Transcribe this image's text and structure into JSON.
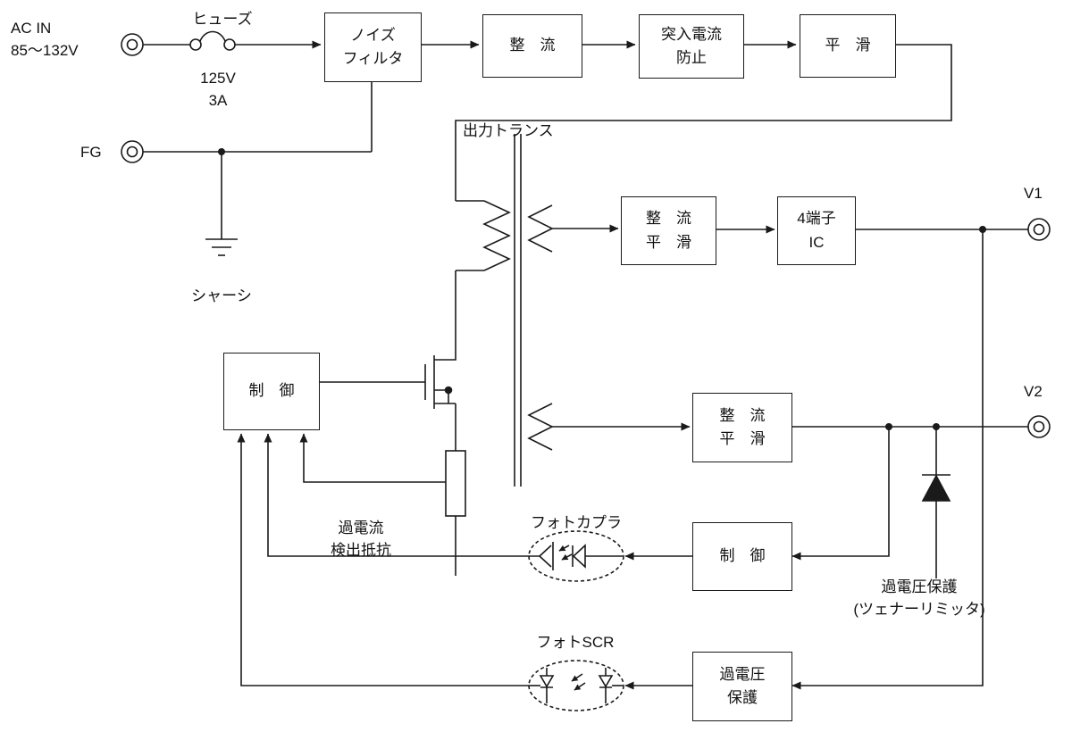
{
  "diagram": {
    "title_hint": "switching-power-supply-block-diagram",
    "colors": {
      "line": "#1a1a1a",
      "background": "#ffffff"
    },
    "labels": {
      "ac_in": "AC IN\n85～132V",
      "fuse": "ヒューズ",
      "fuse_rating": "125V\n3A",
      "fg": "FG",
      "chassis": "シャーシ",
      "output_transformer": "出力トランス",
      "overcurrent_resistor": "過電流\n検出抵抗",
      "photocoupler": "フォトカプラ",
      "photo_scr": "フォトSCR",
      "zener_limiter": "過電圧保護\n(ツェナーリミッタ)",
      "v1": "V1",
      "v2": "V2"
    },
    "blocks": {
      "noise_filter": "ノイズ\nフィルタ",
      "rectifier": "整　流",
      "inrush_prevention": "突入電流\n防止",
      "smoothing": "平　滑",
      "rect_smooth_v1": "整　流\n平　滑",
      "ic_4pin": "4端子\nIC",
      "control_primary": "制　御",
      "rect_smooth_v2": "整　流\n平　滑",
      "control_secondary": "制　御",
      "overvoltage_protection": "過電圧\n保護"
    }
  }
}
